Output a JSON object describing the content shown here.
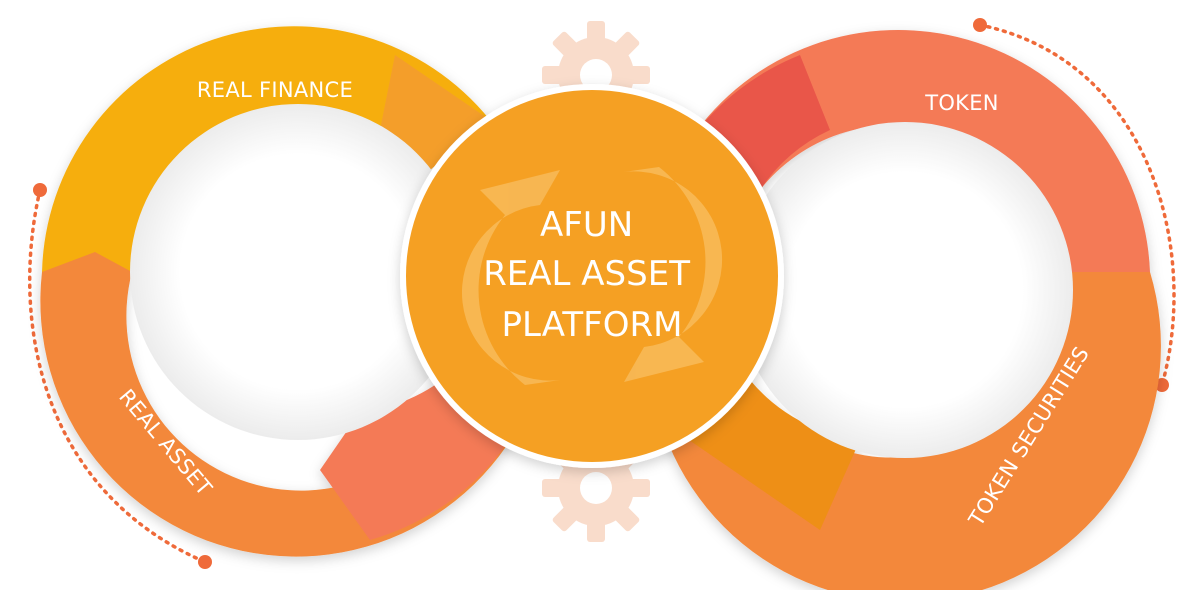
{
  "center": {
    "title_lines": [
      "AFUN",
      "REAL ASSET",
      "PLATFORM"
    ]
  },
  "segments": {
    "real_finance": "REAL FINANCE",
    "real_asset": "REAL ASSET",
    "token": "TOKEN",
    "token_securities": "TOKEN SECURITIES"
  },
  "icons": {
    "center": "cycle-arrows-icon",
    "gears": "gear-icon"
  },
  "colors": {
    "yellow": "#F6AE10",
    "orange_light": "#F79A2E",
    "orange": "#F3883A",
    "orange_dark": "#EE8F16",
    "coral": "#F47A57",
    "red": "#E9574A",
    "center_fill": "#F5A023",
    "gear": "#F9DCCB",
    "dots": "#EF6A3A"
  }
}
